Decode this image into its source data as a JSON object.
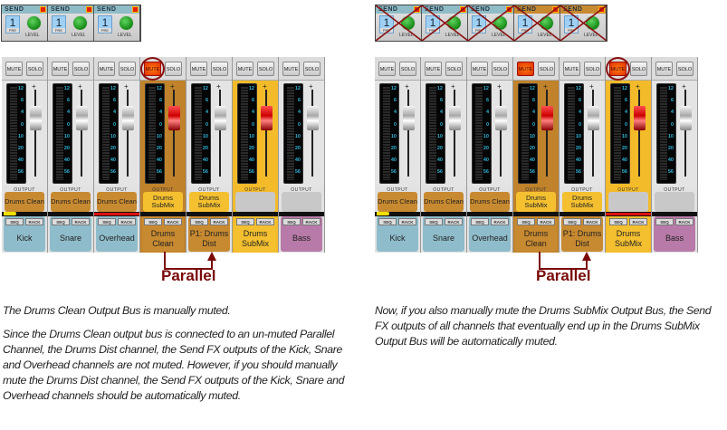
{
  "colors": {
    "blue": "#8fbccb",
    "orange": "#c88a30",
    "yellow": "#f4c030",
    "pink": "#b87aa8",
    "gray": "#c8c8c8",
    "strip_orange": "#c0822a",
    "strip_yellow": "#f3bb2a"
  },
  "send_labels": {
    "header": "SEND",
    "number": "1",
    "pre": "PRE",
    "level": "LEVEL"
  },
  "mixer_labels": {
    "mute": "MUTE",
    "solo": "SOLO",
    "output": "OUTPUT",
    "seq": "SEQ",
    "rack": "RACK",
    "plus": "+"
  },
  "meter_scale": [
    "12",
    "6",
    "4",
    "0",
    "10",
    "20",
    "40",
    "56"
  ],
  "parallel_label": "Parallel",
  "left": {
    "sends": [
      {
        "hdr": "blue",
        "crossed": false
      },
      {
        "hdr": "blue",
        "crossed": false
      },
      {
        "hdr": "blue",
        "crossed": false
      }
    ],
    "channels": [
      {
        "name": "Kick",
        "color": "blue",
        "output": "Drums Clean",
        "out_color": "orange",
        "muted": false,
        "bg": "",
        "fader": "white",
        "band": "yellow"
      },
      {
        "name": "Snare",
        "color": "blue",
        "output": "Drums Clean",
        "out_color": "orange",
        "muted": false,
        "bg": "",
        "fader": "white",
        "band": ""
      },
      {
        "name": "Overhead",
        "color": "blue",
        "output": "Drums Clean",
        "out_color": "orange",
        "muted": false,
        "bg": "",
        "fader": "white",
        "band": "red"
      },
      {
        "name": "Drums Clean",
        "color": "orange",
        "output": "Drums SubMix",
        "out_color": "yellow",
        "muted": true,
        "bg": "strip_orange",
        "fader": "red",
        "band": "",
        "circled": true
      },
      {
        "name": "P1: Drums Dist",
        "color": "orange",
        "output": "Drums SubMix",
        "out_color": "yellow",
        "muted": false,
        "bg": "",
        "fader": "white",
        "band": ""
      },
      {
        "name": "Drums SubMix",
        "color": "yellow",
        "output": "",
        "out_color": "gray",
        "muted": false,
        "bg": "strip_yellow",
        "fader": "red",
        "band": ""
      },
      {
        "name": "Bass",
        "color": "pink",
        "output": "",
        "out_color": "gray",
        "muted": false,
        "bg": "",
        "fader": "white",
        "band": ""
      }
    ],
    "caption": [
      "The Drums Clean Output Bus is manually muted.",
      "Since the Drums Clean output bus is connected to an un-muted Parallel Channel, the Drums Dist channel, the Send FX outputs of the Kick, Snare and Overhead channels are not muted. However, if you should manually mute the Drums Dist channel, the Send FX outputs of the Kick, Snare and Overhead channels should be automatically muted."
    ]
  },
  "right": {
    "sends": [
      {
        "hdr": "blue",
        "crossed": true
      },
      {
        "hdr": "blue",
        "crossed": true
      },
      {
        "hdr": "blue",
        "crossed": true
      },
      {
        "hdr": "orange",
        "crossed": true
      },
      {
        "hdr": "orange",
        "crossed": true
      }
    ],
    "channels": [
      {
        "name": "Kick",
        "color": "blue",
        "output": "Drums Clean",
        "out_color": "orange",
        "muted": false,
        "bg": "",
        "fader": "white",
        "band": "yellow"
      },
      {
        "name": "Snare",
        "color": "blue",
        "output": "Drums Clean",
        "out_color": "orange",
        "muted": false,
        "bg": "",
        "fader": "white",
        "band": ""
      },
      {
        "name": "Overhead",
        "color": "blue",
        "output": "Drums Clean",
        "out_color": "orange",
        "muted": false,
        "bg": "",
        "fader": "white",
        "band": ""
      },
      {
        "name": "Drums Clean",
        "color": "orange",
        "output": "Drums SubMix",
        "out_color": "yellow",
        "muted": true,
        "bg": "strip_orange",
        "fader": "red",
        "band": ""
      },
      {
        "name": "P1: Drums Dist",
        "color": "orange",
        "output": "Drums SubMix",
        "out_color": "yellow",
        "muted": false,
        "bg": "",
        "fader": "white",
        "band": ""
      },
      {
        "name": "Drums SubMix",
        "color": "yellow",
        "output": "",
        "out_color": "gray",
        "muted": true,
        "bg": "strip_yellow",
        "fader": "red",
        "band": "red",
        "circled": true
      },
      {
        "name": "Bass",
        "color": "pink",
        "output": "",
        "out_color": "gray",
        "muted": false,
        "bg": "",
        "fader": "white",
        "band": ""
      }
    ],
    "caption": [
      "Now, if you also manually mute the Drums SubMix Output Bus, the Send FX outputs of all channels that eventually end up in the Drums SubMix Output Bus will be automatically muted."
    ]
  }
}
